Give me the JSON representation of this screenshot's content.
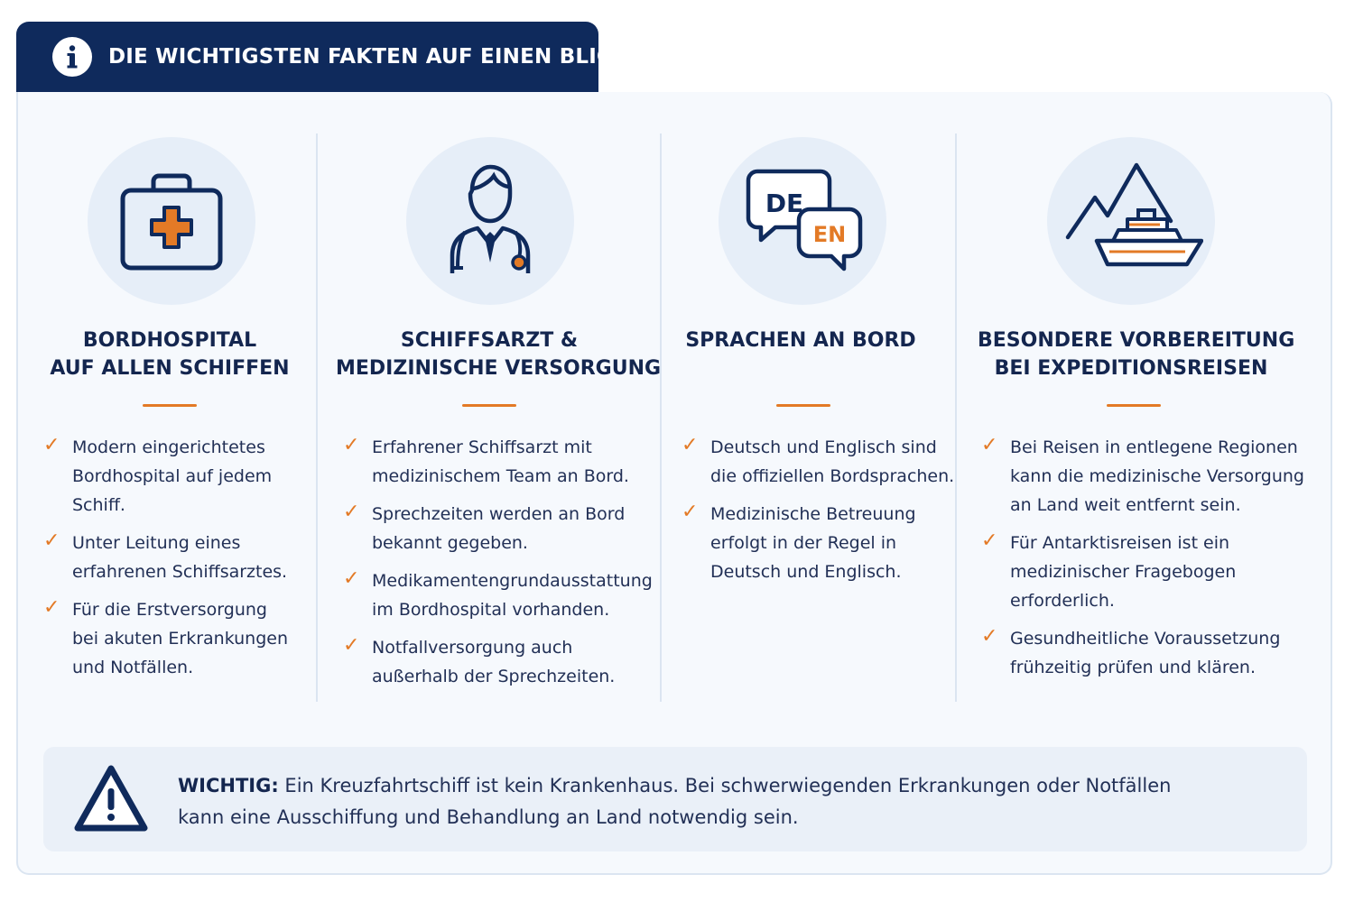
{
  "header": {
    "title": "DIE WICHTIGSTEN FAKTEN AUF EINEN BLICK",
    "icon": "info-icon"
  },
  "colors": {
    "navy": "#0f2a5c",
    "accent": "#e37a26",
    "panel": "#f6f9fd",
    "icon_bg": "#e6eef8"
  },
  "columns": [
    {
      "icon": "first-aid-kit-icon",
      "title": [
        "BORDHOSPITAL",
        "AUF ALLEN SCHIFFEN"
      ],
      "bullets": [
        [
          "Modern eingerichtetes",
          "Bordhospital auf jedem",
          "Schiff."
        ],
        [
          "Unter Leitung eines",
          "erfahrenen Schiffsarztes."
        ],
        [
          "Für die Erstversorgung",
          "bei akuten Erkrankungen",
          "und Notfällen."
        ]
      ]
    },
    {
      "icon": "doctor-icon",
      "title": [
        "SCHIFFSARZT &",
        "MEDIZINISCHE VERSORGUNG"
      ],
      "bullets": [
        [
          "Erfahrener Schiffsarzt mit",
          "medizinischem Team an Bord."
        ],
        [
          "Sprechzeiten werden an Bord",
          "bekannt gegeben."
        ],
        [
          "Medikamentengrundausstattung",
          "im Bordhospital vorhanden."
        ],
        [
          "Notfallversorgung auch",
          "außerhalb der Sprechzeiten."
        ]
      ]
    },
    {
      "icon": "language-bubbles-icon",
      "icon_text": {
        "de": "DE",
        "en": "EN"
      },
      "title": [
        "SPRACHEN AN BORD"
      ],
      "bullets": [
        [
          "Deutsch und Englisch sind",
          "die offiziellen Bordsprachen."
        ],
        [
          "Medizinische Betreuung",
          "erfolgt in der Regel in",
          "Deutsch und Englisch."
        ]
      ]
    },
    {
      "icon": "expedition-ship-icon",
      "title": [
        "BESONDERE VORBEREITUNG",
        "BEI EXPEDITIONSREISEN"
      ],
      "bullets": [
        [
          "Bei Reisen in entlegene Regionen",
          "kann die medizinische Versorgung",
          "an Land weit entfernt sein."
        ],
        [
          "Für Antarktisreisen ist ein",
          "medizinischer Fragebogen",
          "erforderlich."
        ],
        [
          "Gesundheitliche Voraussetzung",
          "frühzeitig prüfen und klären."
        ]
      ]
    }
  ],
  "notice": {
    "icon": "warning-icon",
    "label": "WICHTIG:",
    "line1": " Ein Kreuzfahrtschiff ist kein Krankenhaus. Bei schwerwiegenden Erkrankungen oder Notfällen",
    "line2": "kann eine Ausschiffung und Behandlung an Land notwendig sein."
  }
}
